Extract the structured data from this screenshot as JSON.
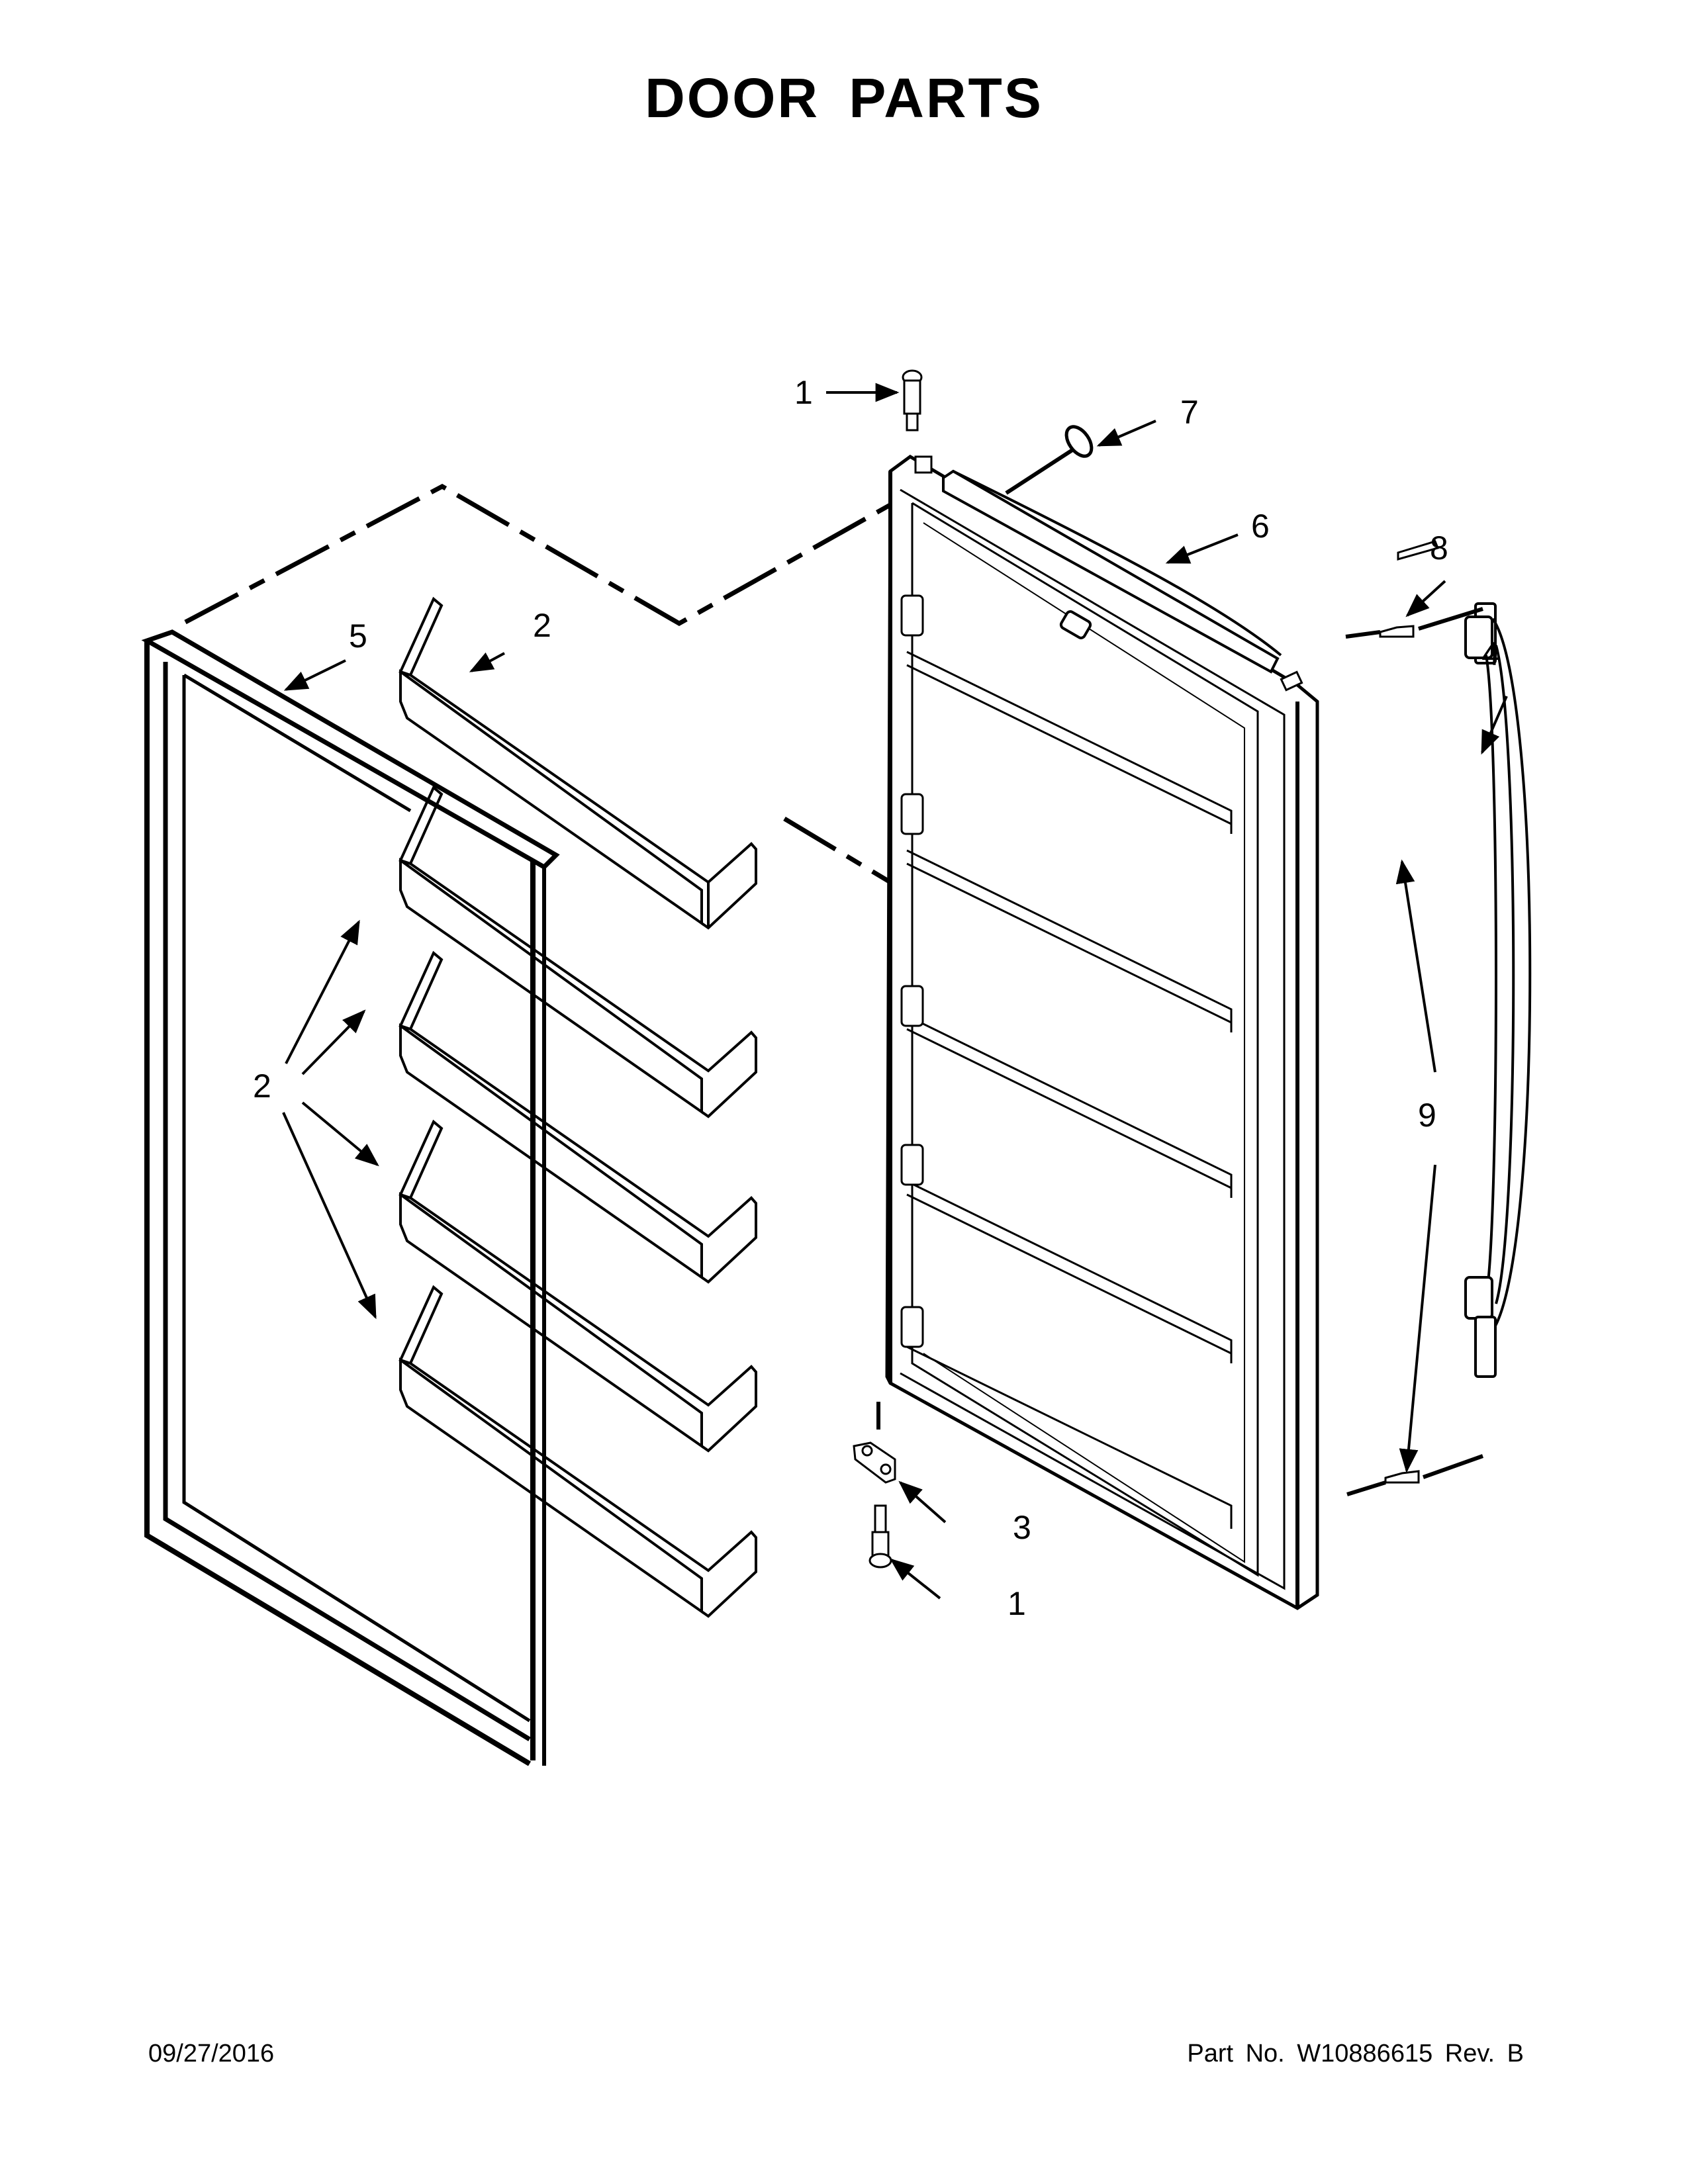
{
  "page": {
    "title": "DOOR PARTS",
    "date": "09/27/2016",
    "part_number_label": "Part No.  W10886615  Rev.  B"
  },
  "callouts": [
    {
      "number": "1",
      "part": "hinge-pin-top"
    },
    {
      "number": "7",
      "part": "o-ring"
    },
    {
      "number": "6",
      "part": "door-top-trim"
    },
    {
      "number": "8",
      "part": "handle-plug"
    },
    {
      "number": "4",
      "part": "door-handle"
    },
    {
      "number": "5",
      "part": "door-gasket"
    },
    {
      "number": "2",
      "part": "door-shelf-bin-top"
    },
    {
      "number": "2",
      "part": "door-shelf-bins"
    },
    {
      "number": "9",
      "part": "handle-screws"
    },
    {
      "number": "3",
      "part": "bottom-hinge"
    },
    {
      "number": "1",
      "part": "hinge-pin-bottom"
    }
  ],
  "colors": {
    "line": "#000000",
    "background": "#ffffff"
  }
}
